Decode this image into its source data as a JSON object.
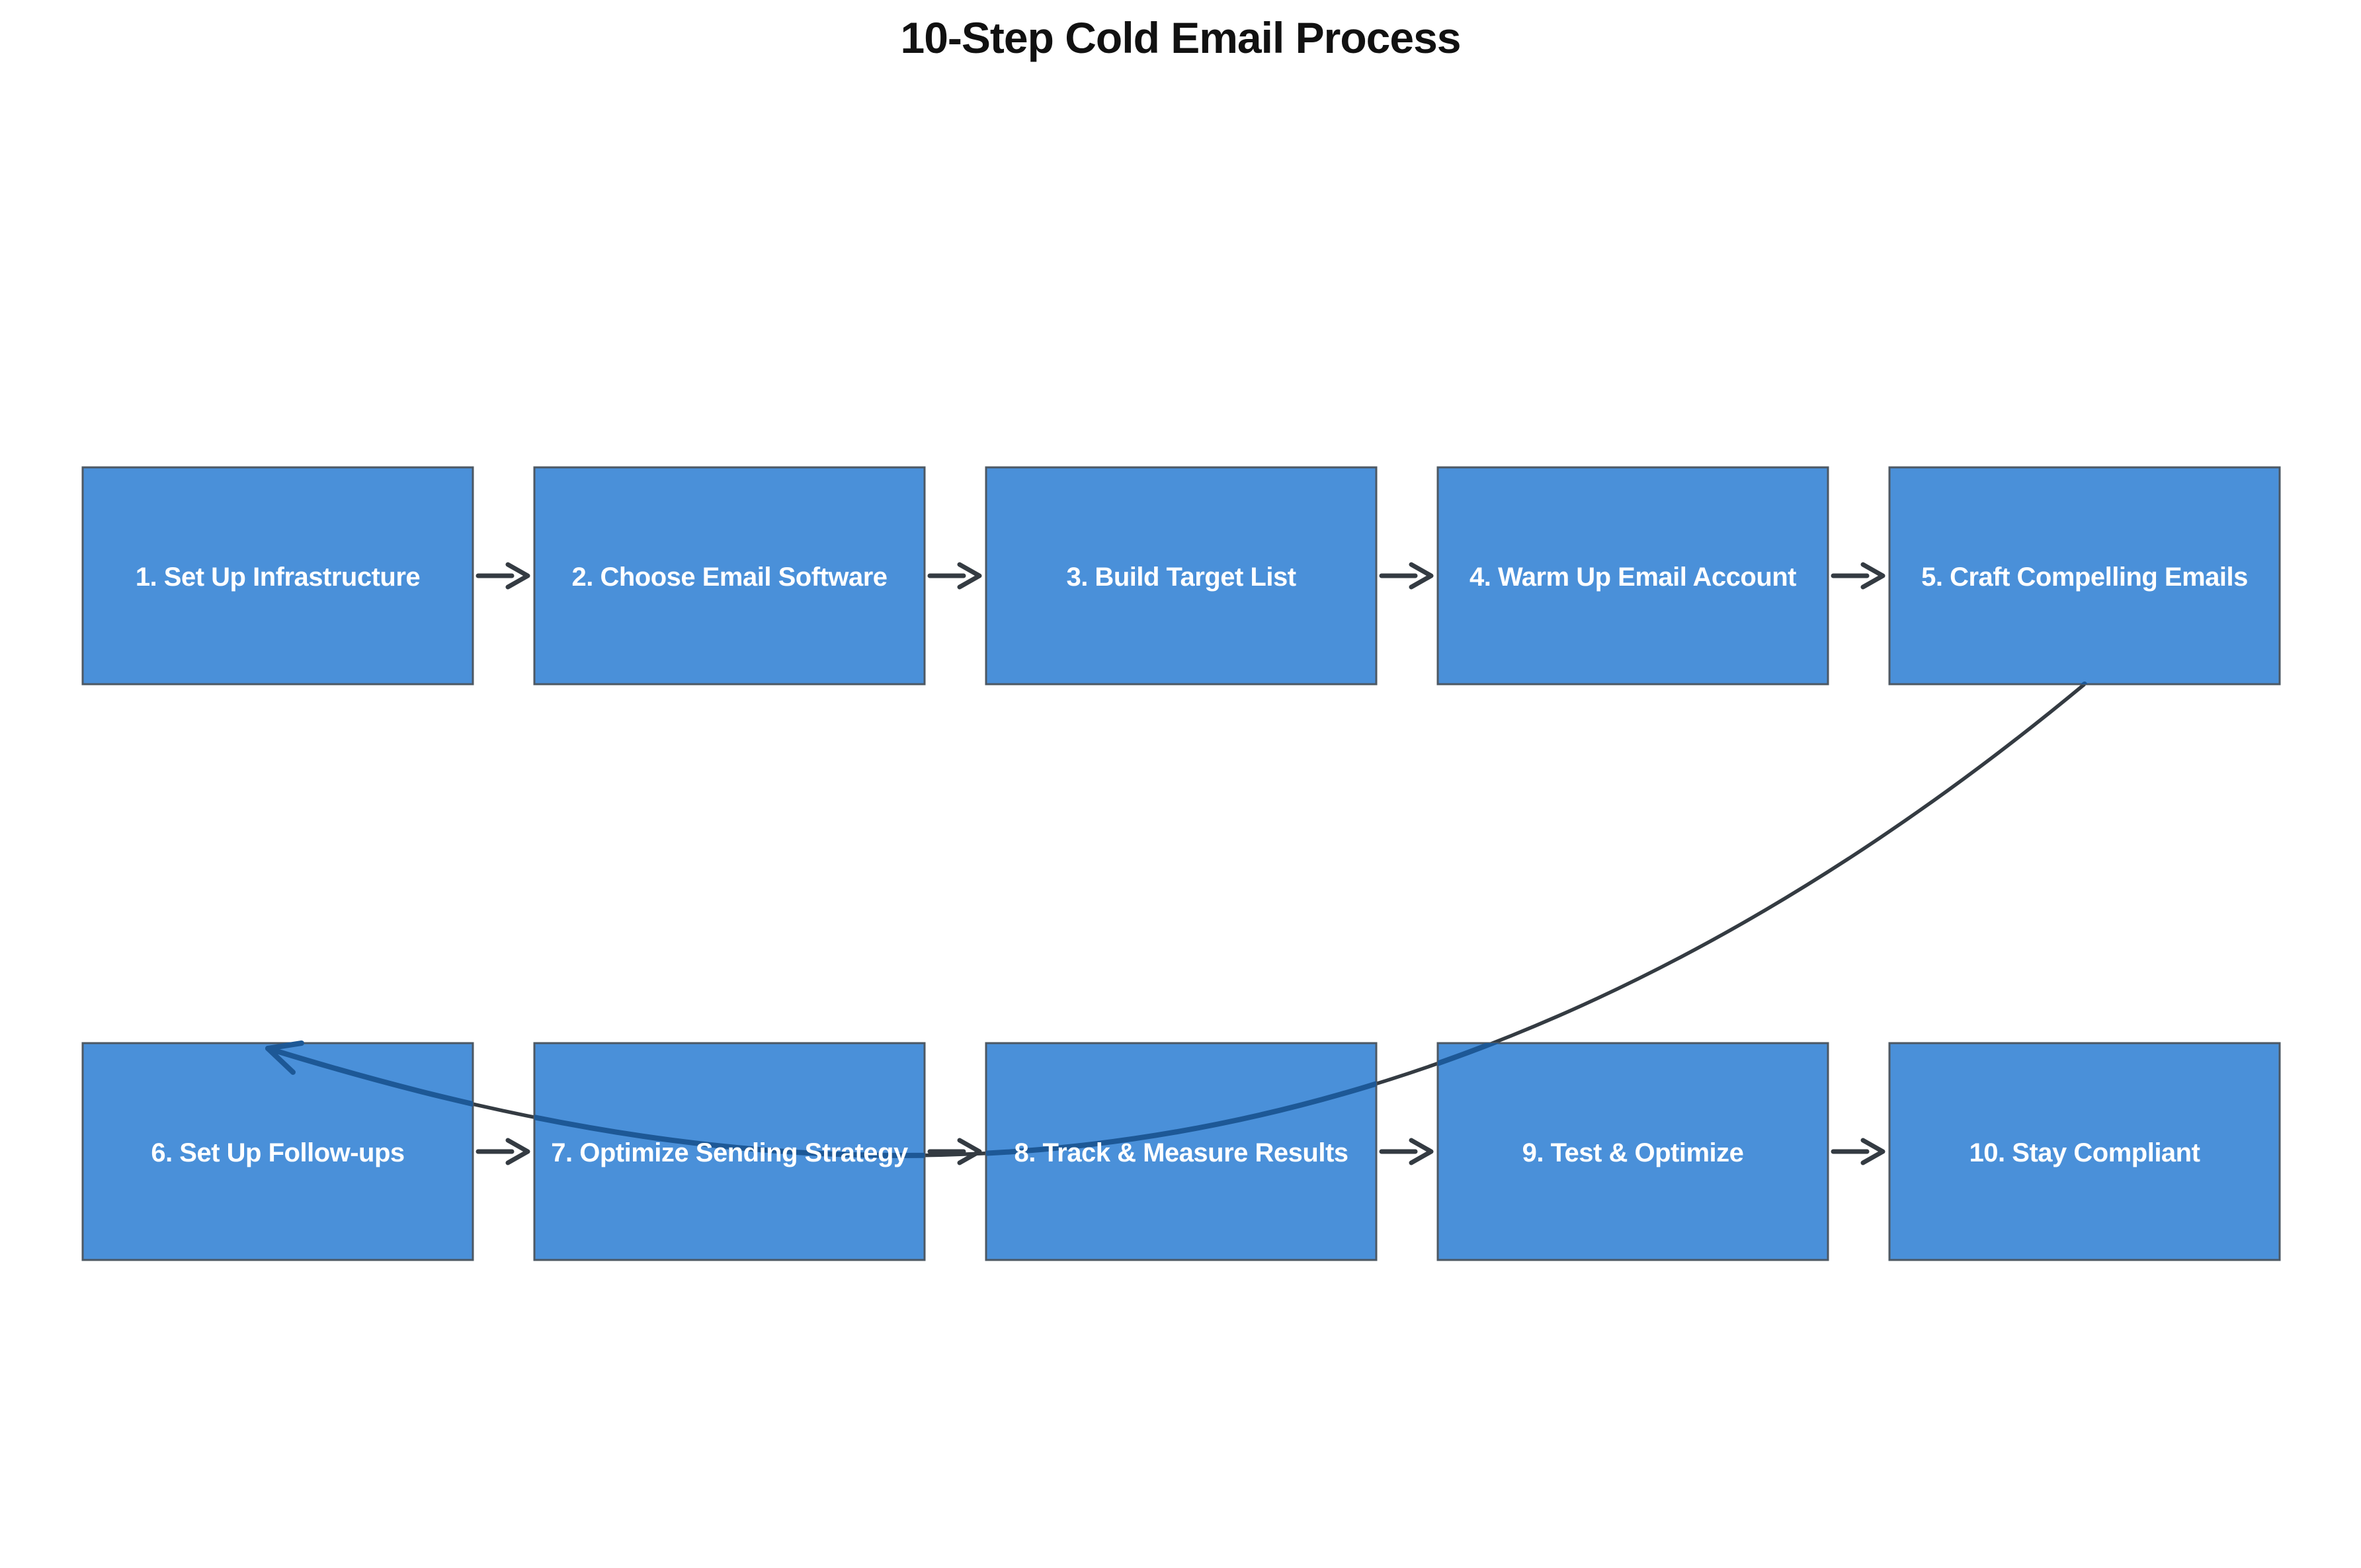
{
  "title": "10-Step Cold Email Process",
  "diagram_type": "flowchart",
  "nodes": [
    {
      "label": "1. Set Up Infrastructure",
      "row": 0,
      "col": 0
    },
    {
      "label": "2. Choose Email Software",
      "row": 0,
      "col": 1
    },
    {
      "label": "3. Build Target List",
      "row": 0,
      "col": 2
    },
    {
      "label": "4. Warm Up Email Account",
      "row": 0,
      "col": 3
    },
    {
      "label": "5. Craft Compelling Emails",
      "row": 0,
      "col": 4
    },
    {
      "label": "6. Set Up Follow-ups",
      "row": 1,
      "col": 0
    },
    {
      "label": "7. Optimize Sending Strategy",
      "row": 1,
      "col": 1
    },
    {
      "label": "8. Track & Measure Results",
      "row": 1,
      "col": 2
    },
    {
      "label": "9. Test & Optimize",
      "row": 1,
      "col": 3
    },
    {
      "label": "10. Stay Compliant",
      "row": 1,
      "col": 4
    }
  ],
  "edges": [
    {
      "from": 0,
      "to": 1,
      "type": "straight"
    },
    {
      "from": 1,
      "to": 2,
      "type": "straight"
    },
    {
      "from": 2,
      "to": 3,
      "type": "straight"
    },
    {
      "from": 3,
      "to": 4,
      "type": "straight"
    },
    {
      "from": 5,
      "to": 6,
      "type": "straight"
    },
    {
      "from": 6,
      "to": 7,
      "type": "straight"
    },
    {
      "from": 7,
      "to": 8,
      "type": "straight"
    },
    {
      "from": 8,
      "to": 9,
      "type": "straight"
    },
    {
      "from": 4,
      "to": 5,
      "type": "curved"
    }
  ],
  "colors": {
    "background": "#ffffff",
    "node_fill": "#4a90d9",
    "node_border": "#4d5863",
    "node_text": "#ffffff",
    "connector": "#343b42",
    "connector_over_node": "#1d5896",
    "title": "#111111"
  }
}
